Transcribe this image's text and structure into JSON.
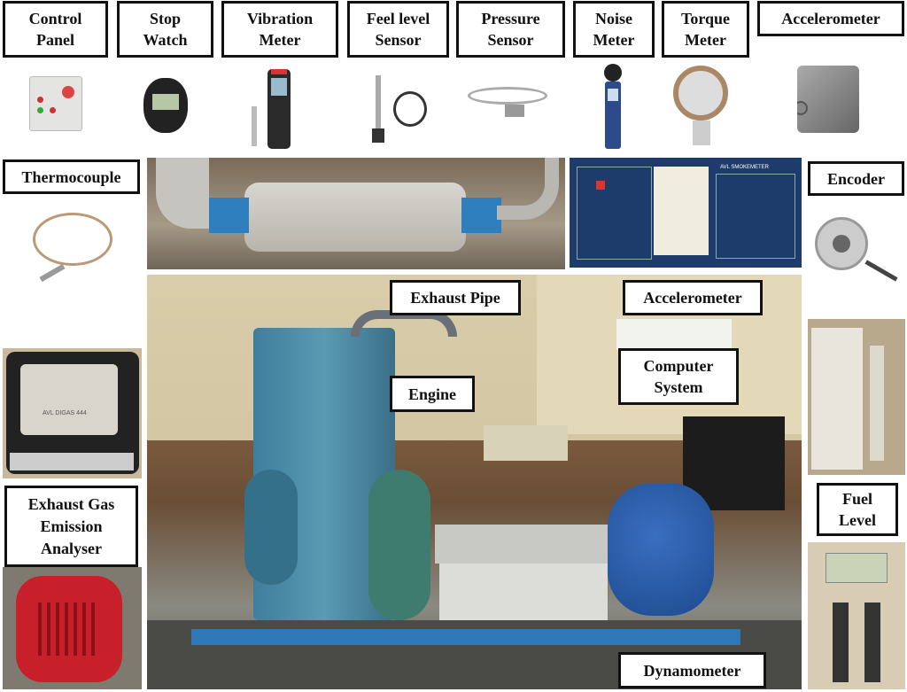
{
  "labels": {
    "control_panel": "Control\nPanel",
    "stop_watch": "Stop\nWatch",
    "vibration_meter": "Vibration\nMeter",
    "fuel_level_sensor": "Feel level\nSensor",
    "pressure_sensor": "Pressure\nSensor",
    "noise_meter": "Noise\nMeter",
    "torque_meter": "Torque\nMeter",
    "accelerometer_top": "Accelerometer",
    "thermocouple": "Thermocouple",
    "encoder": "Encoder",
    "exhaust_gas_analyser": "Exhaust Gas\nEmission\nAnalyser",
    "fuel_level": "Fuel\nLevel",
    "exhaust_pipe": "Exhaust Pipe",
    "accelerometer_main": "Accelerometer",
    "engine": "Engine",
    "computer_system": "Computer\nSystem",
    "dynamometer": "Dynamometer"
  },
  "device_text": {
    "gas_analyser_brand": "AVL DIGAS 444",
    "smoke_meter_title": "AVL SMOKEMETER"
  }
}
